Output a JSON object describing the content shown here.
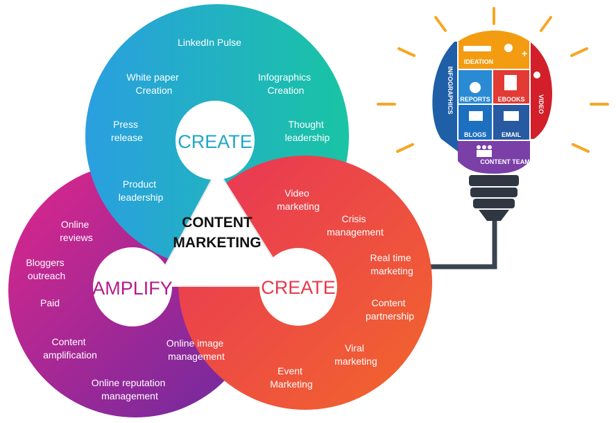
{
  "center": {
    "line1": "CONTENT",
    "line2": "MARKETING"
  },
  "circles": {
    "top": {
      "hub": "CREATE",
      "hub_color": "#1fa6c9"
    },
    "right": {
      "hub": "CREATE",
      "hub_color": "#e6394a"
    },
    "left": {
      "hub": "AMPLIFY",
      "hub_color": "#b51a8c"
    }
  },
  "top_items": {
    "linkedin": [
      "LinkedIn Pulse"
    ],
    "white_paper": [
      "White paper",
      "Creation"
    ],
    "infographics": [
      "Infographics",
      "Creation"
    ],
    "press": [
      "Press",
      "release"
    ],
    "thought": [
      "Thought",
      "leadership"
    ],
    "product": [
      "Product",
      "leadership"
    ]
  },
  "right_items": {
    "video": [
      "Video",
      "marketing"
    ],
    "crisis": [
      "Crisis",
      "management"
    ],
    "realtime": [
      "Real time",
      "marketing"
    ],
    "content_partner": [
      "Content",
      "partnership"
    ],
    "viral": [
      "Viral",
      "marketing"
    ],
    "event": [
      "Event",
      "Marketing"
    ]
  },
  "left_items": {
    "reviews": [
      "Online",
      "reviews"
    ],
    "bloggers": [
      "Bloggers",
      "outreach"
    ],
    "paid": [
      "Paid"
    ],
    "amplification": [
      "Content",
      "amplification"
    ],
    "image_mgmt": [
      "Online image",
      "management"
    ],
    "reputation": [
      "Online reputation",
      "management"
    ]
  },
  "bulb": {
    "ideation": "IDEATION",
    "reports": "REPORTS",
    "ebooks": "EBOOKS",
    "blogs": "BLOGS",
    "email": "EMAIL",
    "infographics": "INFOGRAPHICS",
    "video": "VIDEO",
    "content_team": "CONTENT TEAM"
  },
  "colors": {
    "top_start": "#2a9fe0",
    "top_end": "#19c4a4",
    "right_start": "#e8335a",
    "right_end": "#f2672a",
    "left_start": "#e0268a",
    "left_end": "#6a2aa0",
    "ray": "#f6a623",
    "cord": "#3a4350"
  }
}
